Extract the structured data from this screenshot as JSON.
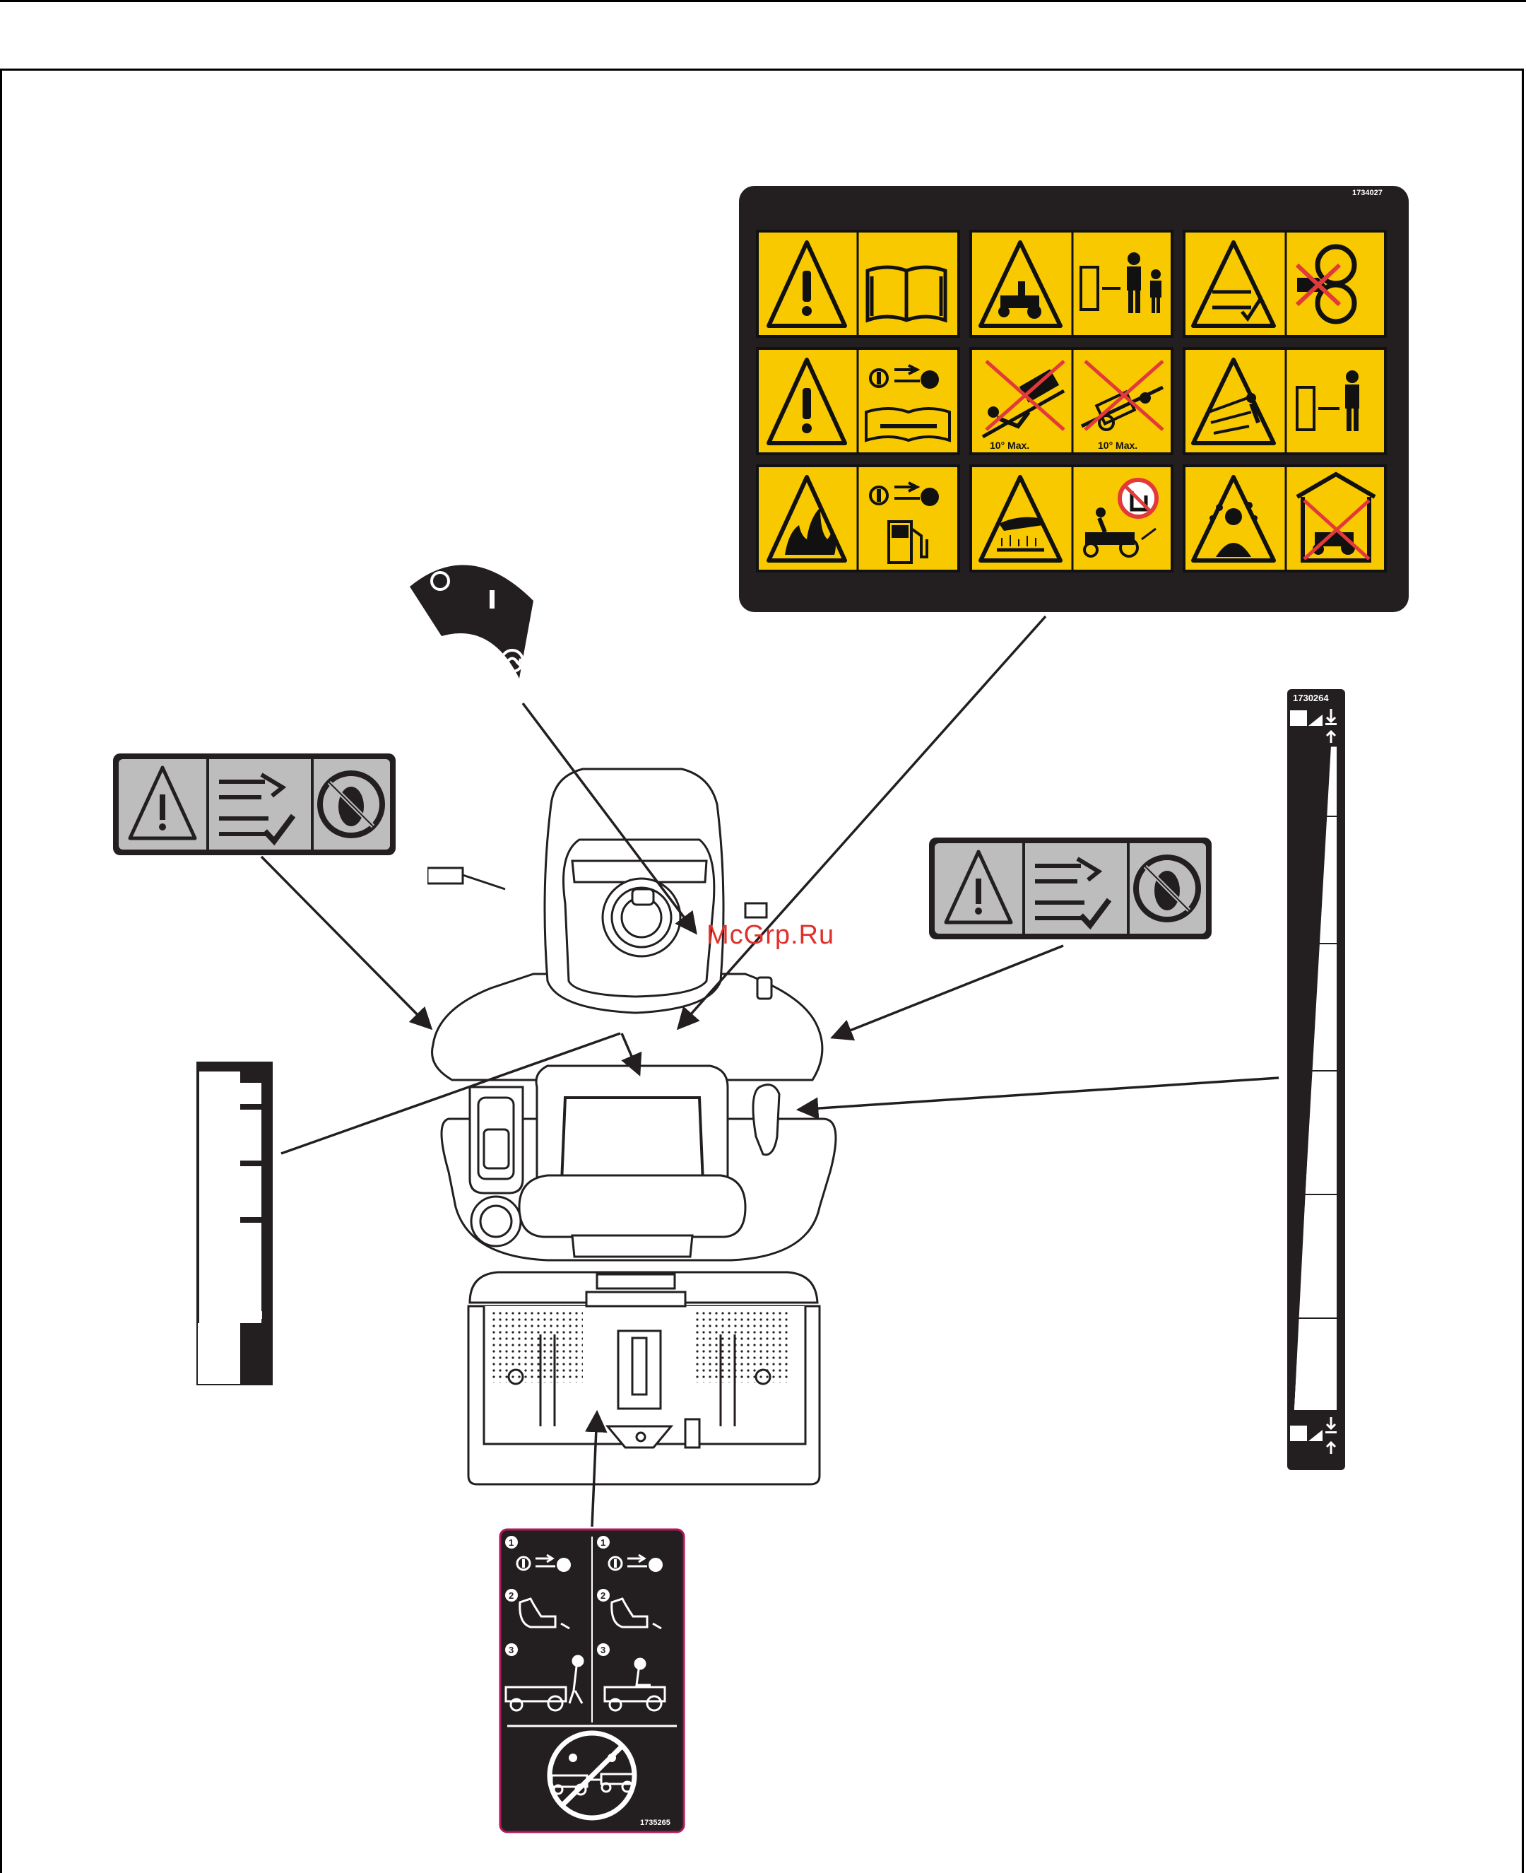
{
  "labels": {
    "big_safety_label": {
      "part_number": "1734027",
      "tiles": [
        {
          "row": 1,
          "col": 1,
          "subject": "alert-read-manual"
        },
        {
          "row": 1,
          "col": 2,
          "subject": "keep-bystanders-away"
        },
        {
          "row": 1,
          "col": 3,
          "subject": "blade-hazard-hands"
        },
        {
          "row": 2,
          "col": 1,
          "subject": "remove-key-before-service"
        },
        {
          "row": 2,
          "col": 2,
          "subject": "slope-max",
          "caption": "10° Max."
        },
        {
          "row": 2,
          "col": 2,
          "subject": "rollover-max",
          "caption": "10° Max."
        },
        {
          "row": 2,
          "col": 3,
          "subject": "thrown-objects-keep-away"
        },
        {
          "row": 3,
          "col": 1,
          "subject": "fire-hazard-remove-key-refuel"
        },
        {
          "row": 3,
          "col": 2,
          "subject": "hot-surface-do-not-touch"
        },
        {
          "row": 3,
          "col": 3,
          "subject": "carbon-monoxide-no-indoor-run"
        }
      ]
    },
    "ignition_decal": {
      "off_glyph": "O",
      "on_glyph": "I",
      "start_icon": "engine-start-icon"
    },
    "deck_lift_decal": {
      "part_number": "1730264"
    },
    "fuel_gauge_decal": {
      "icon": "fuel-pump-icon"
    },
    "mower_decal": {
      "part_number": "1735265",
      "steps_left": [
        "1",
        "2",
        "3"
      ],
      "steps_right": [
        "1",
        "2",
        "3"
      ]
    },
    "small_warning_left": {
      "icons": [
        "alert-triangle-icon",
        "blade-hand-icon",
        "no-foot-icon"
      ]
    },
    "small_warning_right": {
      "icons": [
        "alert-triangle-icon",
        "blade-hand-icon",
        "no-foot-icon"
      ]
    }
  },
  "watermark": "McGrp.Ru",
  "colors": {
    "safety_yellow": "#f9c900",
    "decal_black": "#231f20",
    "mower_decal_border": "#b0185a"
  }
}
